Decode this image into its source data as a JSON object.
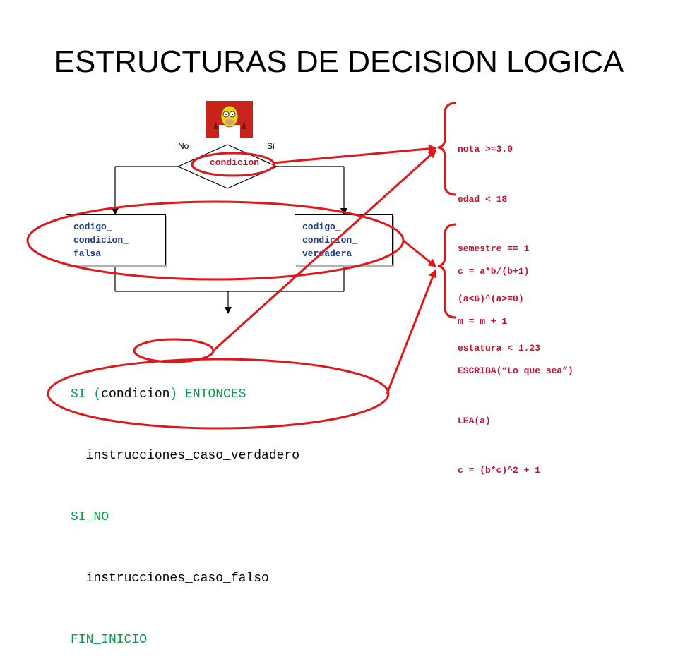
{
  "title": "ESTRUCTURAS DE DECISION LOGICA",
  "flowchart": {
    "no_label": "No",
    "si_label": "Si",
    "condition": "condicion",
    "false_box": [
      "codigo_",
      "condicion_",
      "falsa"
    ],
    "true_box": [
      "codigo_",
      "condicion_",
      "verdadera"
    ]
  },
  "code": {
    "line1_kw1": "SI (",
    "line1_cond": "condicion",
    "line1_kw2": ") ENTONCES",
    "line2": "  instrucciones_caso_verdadero",
    "line3": "SI_NO",
    "line4": "  instrucciones_caso_falso",
    "line5": "FIN_INICIO"
  },
  "condition_examples": [
    "nota >=3.0",
    "edad < 18",
    "semestre == 1",
    "(a<6)^(a>=0)",
    "estatura < 1.23"
  ],
  "instruction_examples": [
    "c = a*b/(b+1)",
    "m = m + 1",
    "ESCRIBA(“Lo que sea”)",
    "LEA(a)",
    "c = (b*c)^2 + 1"
  ],
  "colors": {
    "annotation_red": "#e0161b",
    "keyword_green": "#00a04a",
    "box_text_blue": "#1f3c8c",
    "example_red": "#c8102e"
  },
  "icons": {
    "avatar": "homer-simpson-avatar"
  }
}
